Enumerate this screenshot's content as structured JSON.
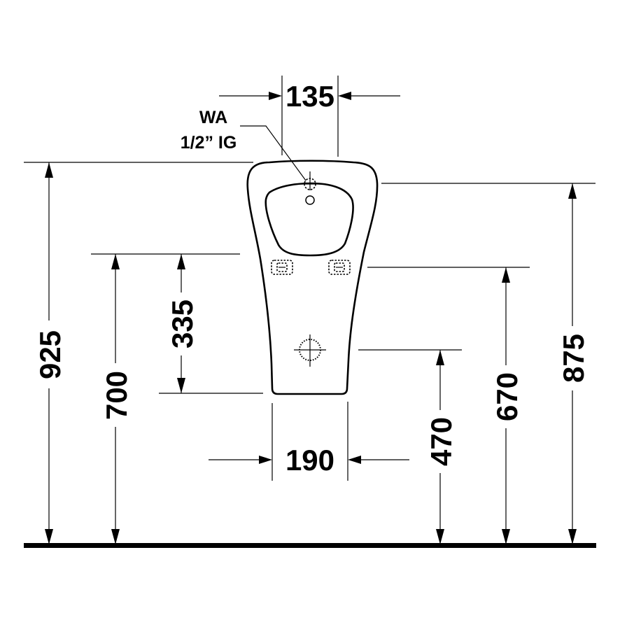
{
  "diagram": {
    "type": "technical-dimension-drawing",
    "subject": "wall-hung urinal, front view",
    "unit": "mm",
    "colors": {
      "stroke": "#000000",
      "background": "#ffffff"
    },
    "labels": {
      "water_inlet_line1": "WA",
      "water_inlet_line2": "1/2” IG"
    },
    "dimensions": {
      "inlet_width": "135",
      "bottom_width": "190",
      "total_height": "925",
      "fixing_height": "700",
      "fixing_to_bottom": "335",
      "outlet_height": "470",
      "mid_height": "670",
      "rim_height": "875"
    }
  }
}
